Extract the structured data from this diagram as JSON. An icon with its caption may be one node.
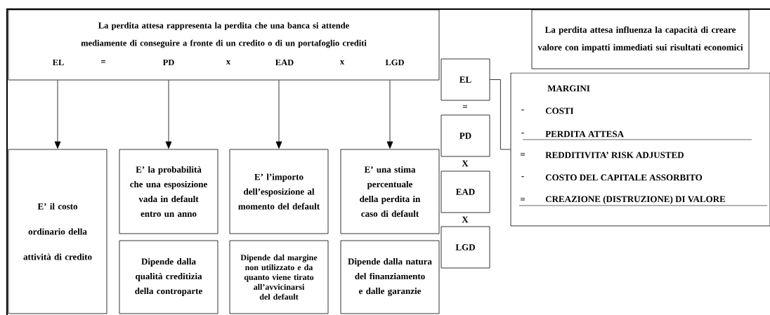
{
  "diagram": {
    "nodes": [
      {
        "text": [
          "La perdita attesa rappresenta la perdita che una banca si attende mediamente di conseguire a fronte di un credito o di un portafoglio crediti",
          "EL",
          "=",
          "PD",
          "x",
          "EAD",
          "x",
          "LGD"
        ]
      },
      {
        "text": [
          "E’ il costo ordinario della attività di credito"
        ]
      },
      {
        "text": [
          "E’ la probabilità che una esposizione vada in default entro un anno"
        ]
      },
      {
        "text": [
          "E’ l’importo dell’esposizione al momento del default"
        ]
      },
      {
        "text": [
          "E’ una stima percentuale della perdita in caso di default"
        ]
      },
      {
        "text": [
          "Dipende dalla qualità creditizia della controparte"
        ]
      },
      {
        "text": [
          "Dipende dal margine non utilizzato e da quanto viene tirato all’avvicinarsi del default"
        ]
      },
      {
        "text": [
          "Dipende dalla natura del finanziamento e dalle garanzie"
        ]
      },
      {
        "text": [
          "EL"
        ]
      },
      {
        "text": [
          "PD"
        ]
      },
      {
        "text": [
          "EAD"
        ]
      },
      {
        "text": [
          "LGD"
        ]
      },
      {
        "text": [
          "La perdita attesa influenza la capacità di creare valore con impatti immediati sui risultati economici"
        ]
      },
      {
        "text": [
          "MARGINI",
          "-",
          "COSTI",
          "-",
          "PERDITA ATTESA",
          "=",
          "REDDITIVITA’ RISK ADJUSTED",
          "-",
          "COSTO DEL CAPITALE ASSORBITO",
          "=",
          "CREAZIONE (DISTRUZIONE) DI VALORE"
        ]
      }
    ],
    "edges": [
      {
        "from": 0,
        "to": 1,
        "arrow": "to"
      },
      {
        "from": 0,
        "to": 2,
        "arrow": "to"
      },
      {
        "from": 0,
        "to": 3,
        "arrow": "to"
      },
      {
        "from": 0,
        "to": 4,
        "arrow": "to"
      },
      {
        "from": 8,
        "to": 13,
        "arrow": "none"
      }
    ],
    "labels": [
      "=",
      "X",
      "X"
    ]
  }
}
